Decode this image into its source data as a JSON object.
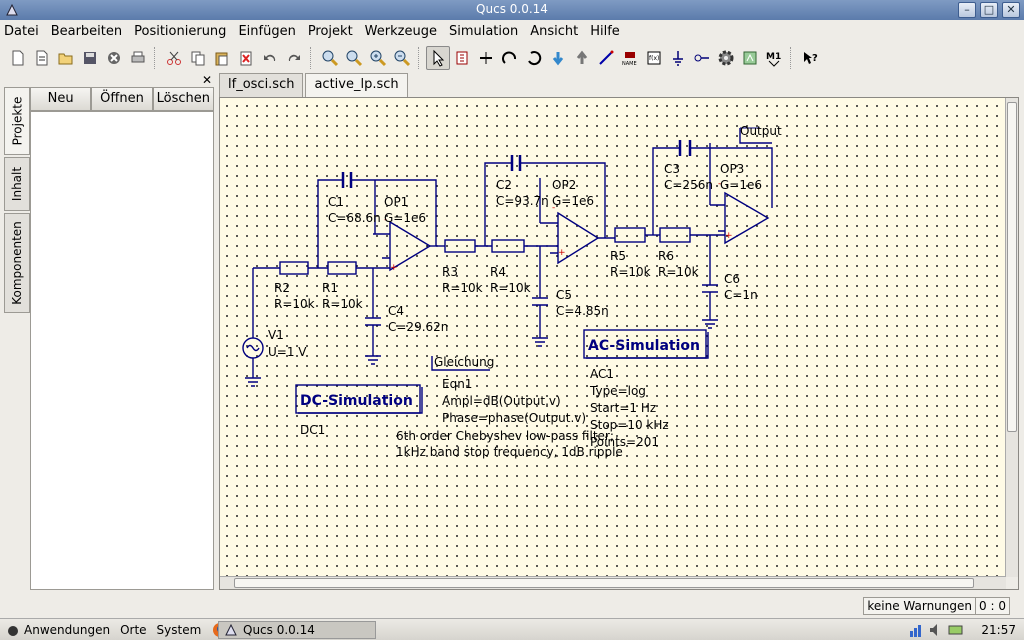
{
  "window": {
    "title": "Qucs 0.0.14"
  },
  "menu": [
    "Datei",
    "Bearbeiten",
    "Positionierung",
    "Einfügen",
    "Projekt",
    "Werkzeuge",
    "Simulation",
    "Ansicht",
    "Hilfe"
  ],
  "toolbar": {
    "icons": [
      "new-file",
      "new-text",
      "open",
      "save",
      "close",
      "print",
      "cut",
      "copy",
      "paste",
      "delete",
      "undo",
      "redo",
      "zoom-fit",
      "zoom-selection",
      "zoom-in",
      "zoom-out",
      "select",
      "toggle-mirror",
      "rotate",
      "mirror-y",
      "rotate-left",
      "rotate-right",
      "move-up",
      "move-down",
      "wire",
      "label",
      "insert-equation",
      "ground",
      "port",
      "simulate",
      "view-dpl",
      "marker",
      "whats-this"
    ]
  },
  "dock": {
    "vtabs": [
      "Projekte",
      "Inhalt",
      "Komponenten"
    ],
    "buttons": [
      "Neu",
      "Öffnen",
      "Löschen"
    ]
  },
  "tabs": [
    "lf_osci.sch",
    "active_lp.sch"
  ],
  "schematic": {
    "labels": {
      "output": "Output",
      "c1": "C1",
      "c1v": "C=68.6n",
      "op1": "OP1",
      "op1g": "G=1e6",
      "c2": "C2",
      "c2v": "C=93.7n",
      "op2": "OP2",
      "op2g": "G=1e6",
      "c3": "C3",
      "c3v": "C=256n",
      "op3": "OP3",
      "op3g": "G=1e6",
      "r2": "R2",
      "r2v": "R=10k",
      "r1": "R1",
      "r1v": "R=10k",
      "r3": "R3",
      "r3v": "R=10k",
      "r4": "R4",
      "r4v": "R=10k",
      "r5": "R5",
      "r5v": "R=10k",
      "r6": "R6",
      "r6v": "R=10k",
      "c4": "C4",
      "c4v": "C=29.62n",
      "c5": "C5",
      "c5v": "C=4.85n",
      "c6": "C6",
      "c6v": "C=1n",
      "v1": "V1",
      "v1v": "U=1 V",
      "gleichung": "Gleichung",
      "eqn1": "Eqn1",
      "ampl": "Ampl=dB(Output.v)",
      "phase": "Phase=phase(Output.v)",
      "note1": "6th order Chebyshev low-pass filter;",
      "note2": "1kHz band stop frequency, 1dB ripple",
      "dcsim": "DC-Simulation",
      "dc1": "DC1",
      "acsim": "AC-Simulation",
      "ac1": "AC1",
      "ac_type": "Type=log",
      "ac_start": "Start=1 Hz",
      "ac_stop": "Stop=10 kHz",
      "ac_points": "Points=201"
    }
  },
  "status": {
    "warnings": "keine Warnungen",
    "position": "0 : 0"
  },
  "taskbar": {
    "apps": "Anwendungen",
    "places": "Orte",
    "system": "System",
    "task": "Qucs 0.0.14",
    "clock": "21:57"
  }
}
